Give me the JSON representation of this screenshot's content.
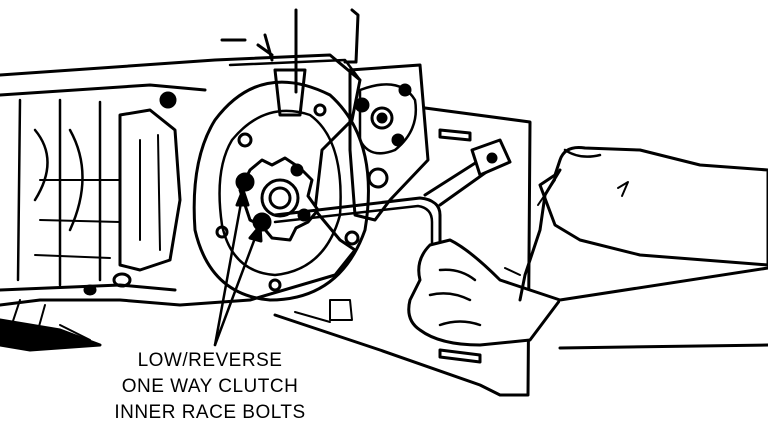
{
  "diagram": {
    "callout": {
      "lines": [
        "LOW/REVERSE",
        "ONE WAY CLUTCH",
        "INNER RACE BOLTS"
      ]
    },
    "colors": {
      "ink": "#000000",
      "paper": "#ffffff"
    }
  }
}
